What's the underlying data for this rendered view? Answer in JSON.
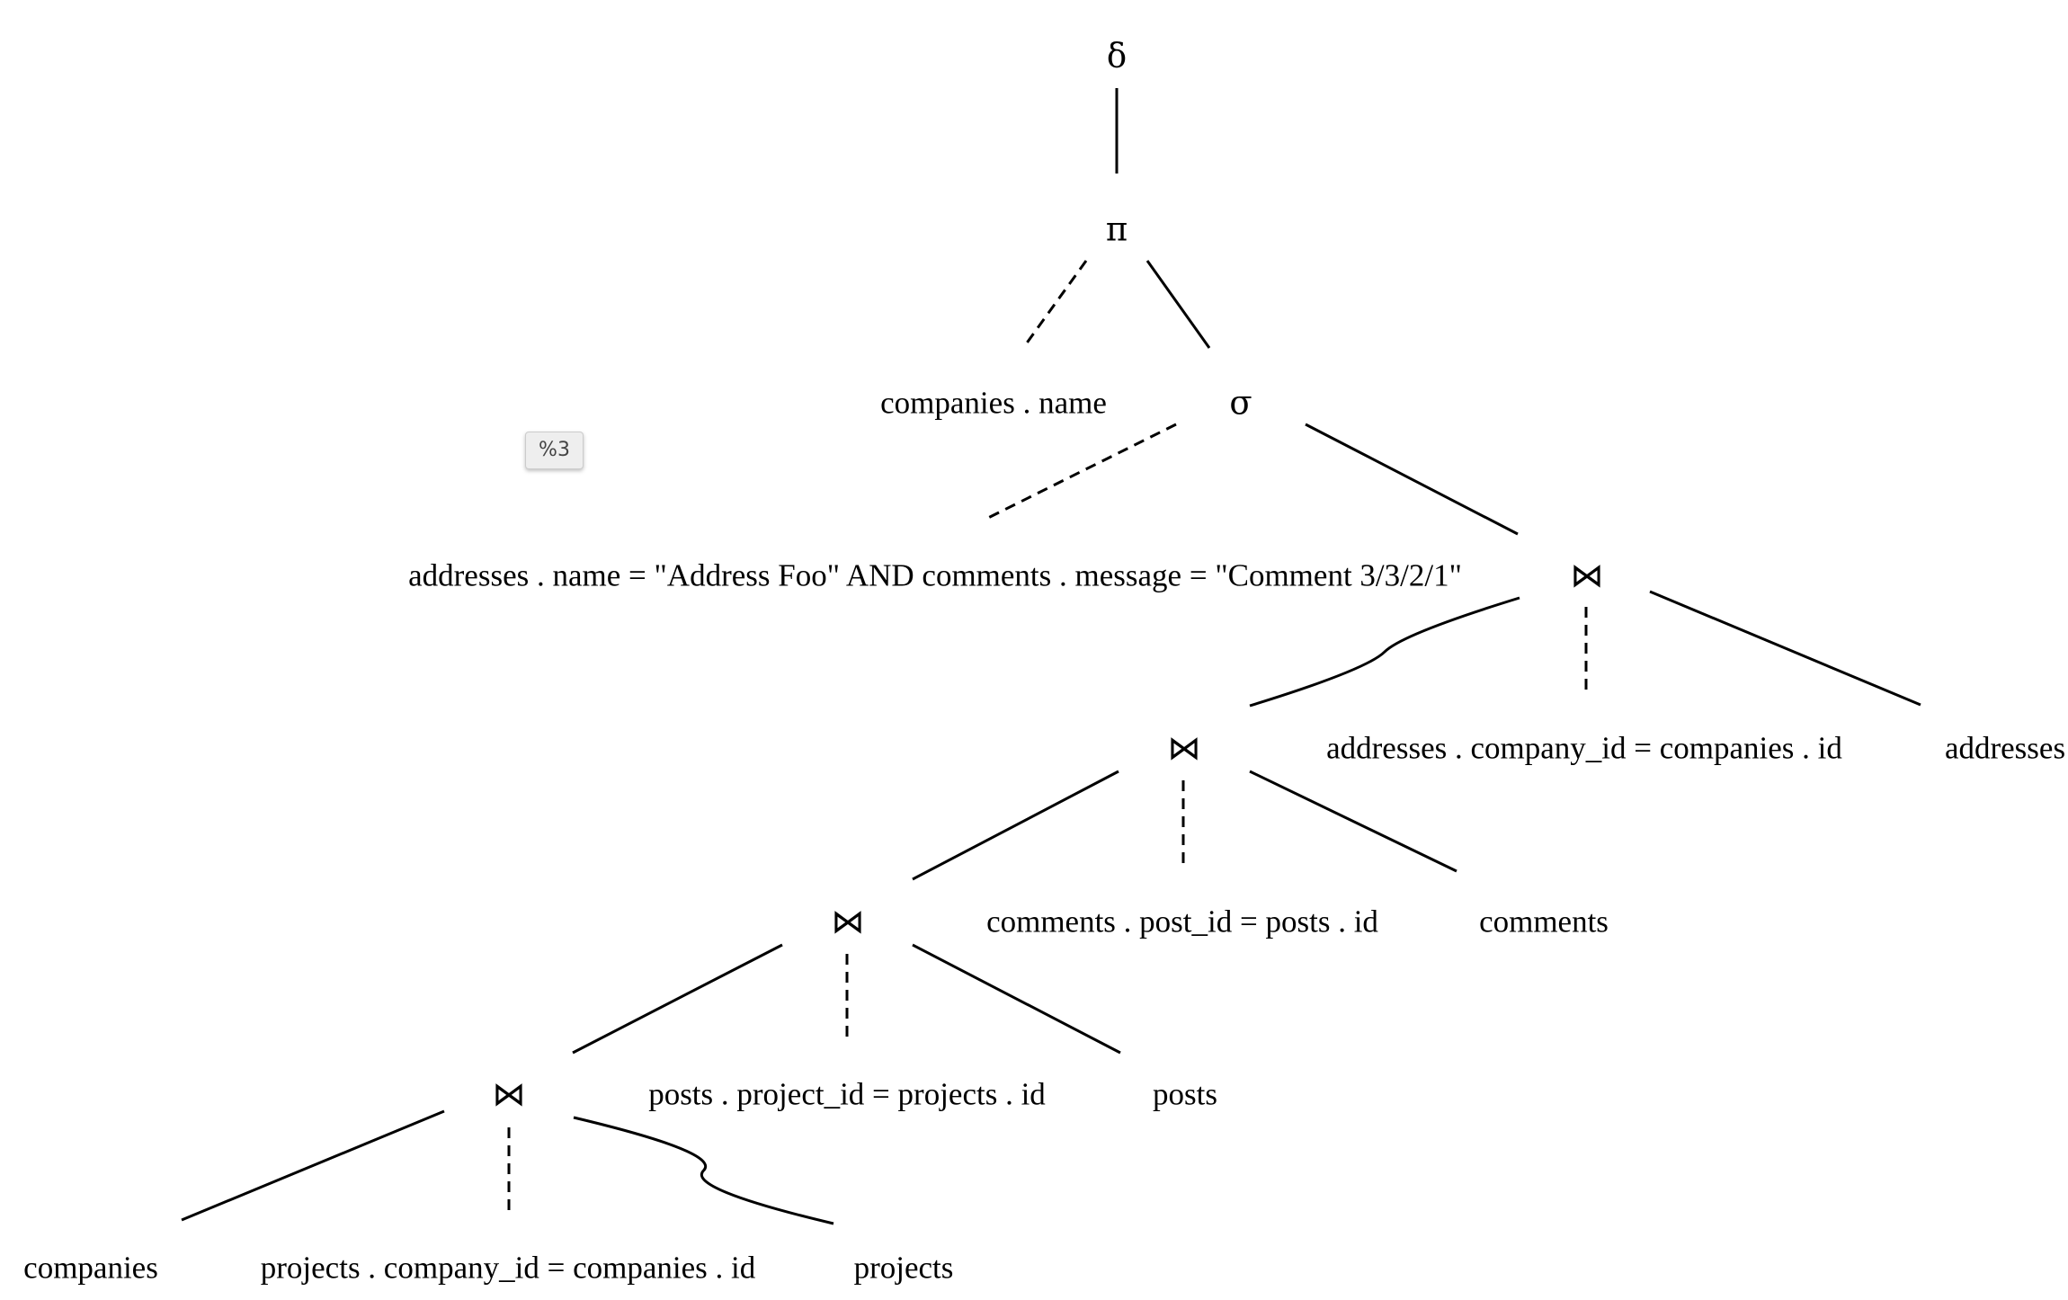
{
  "graph": {
    "tooltip": "%3",
    "nodes": [
      {
        "id": "n_delta",
        "label": "δ",
        "kind": "symbol"
      },
      {
        "id": "n_pi",
        "label": "π",
        "kind": "symbol"
      },
      {
        "id": "n_proj_attr",
        "label": "companies . name",
        "kind": "text"
      },
      {
        "id": "n_sigma",
        "label": "σ",
        "kind": "symbol"
      },
      {
        "id": "n_cond",
        "label": "addresses . name = \"Address Foo\" AND comments . message = \"Comment 3/3/2/1\"",
        "kind": "text"
      },
      {
        "id": "n_join1",
        "label": "⋈",
        "kind": "symbol"
      },
      {
        "id": "n_join2",
        "label": "⋈",
        "kind": "symbol"
      },
      {
        "id": "n_join1_cond",
        "label": "addresses . company_id = companies . id",
        "kind": "text"
      },
      {
        "id": "n_addresses",
        "label": "addresses",
        "kind": "text"
      },
      {
        "id": "n_join3",
        "label": "⋈",
        "kind": "symbol"
      },
      {
        "id": "n_join2_cond",
        "label": "comments . post_id = posts . id",
        "kind": "text"
      },
      {
        "id": "n_comments",
        "label": "comments",
        "kind": "text"
      },
      {
        "id": "n_join4",
        "label": "⋈",
        "kind": "symbol"
      },
      {
        "id": "n_join3_cond",
        "label": "posts . project_id = projects . id",
        "kind": "text"
      },
      {
        "id": "n_posts",
        "label": "posts",
        "kind": "text"
      },
      {
        "id": "n_companies",
        "label": "companies",
        "kind": "text"
      },
      {
        "id": "n_join4_cond",
        "label": "projects . company_id = companies . id",
        "kind": "text"
      },
      {
        "id": "n_projects",
        "label": "projects",
        "kind": "text"
      }
    ],
    "edges": [
      {
        "from": "n_delta",
        "to": "n_pi",
        "style": "solid"
      },
      {
        "from": "n_pi",
        "to": "n_proj_attr",
        "style": "dashed"
      },
      {
        "from": "n_pi",
        "to": "n_sigma",
        "style": "solid"
      },
      {
        "from": "n_sigma",
        "to": "n_cond",
        "style": "dashed"
      },
      {
        "from": "n_sigma",
        "to": "n_join1",
        "style": "solid"
      },
      {
        "from": "n_join1",
        "to": "n_join2",
        "style": "solid"
      },
      {
        "from": "n_join1",
        "to": "n_join1_cond",
        "style": "dashed"
      },
      {
        "from": "n_join1",
        "to": "n_addresses",
        "style": "solid"
      },
      {
        "from": "n_join2",
        "to": "n_join3",
        "style": "solid"
      },
      {
        "from": "n_join2",
        "to": "n_join2_cond",
        "style": "dashed"
      },
      {
        "from": "n_join2",
        "to": "n_comments",
        "style": "solid"
      },
      {
        "from": "n_join3",
        "to": "n_join4",
        "style": "solid"
      },
      {
        "from": "n_join3",
        "to": "n_join3_cond",
        "style": "dashed"
      },
      {
        "from": "n_join3",
        "to": "n_posts",
        "style": "solid"
      },
      {
        "from": "n_join4",
        "to": "n_companies",
        "style": "solid"
      },
      {
        "from": "n_join4",
        "to": "n_join4_cond",
        "style": "dashed"
      },
      {
        "from": "n_join4",
        "to": "n_projects",
        "style": "solid"
      }
    ]
  }
}
